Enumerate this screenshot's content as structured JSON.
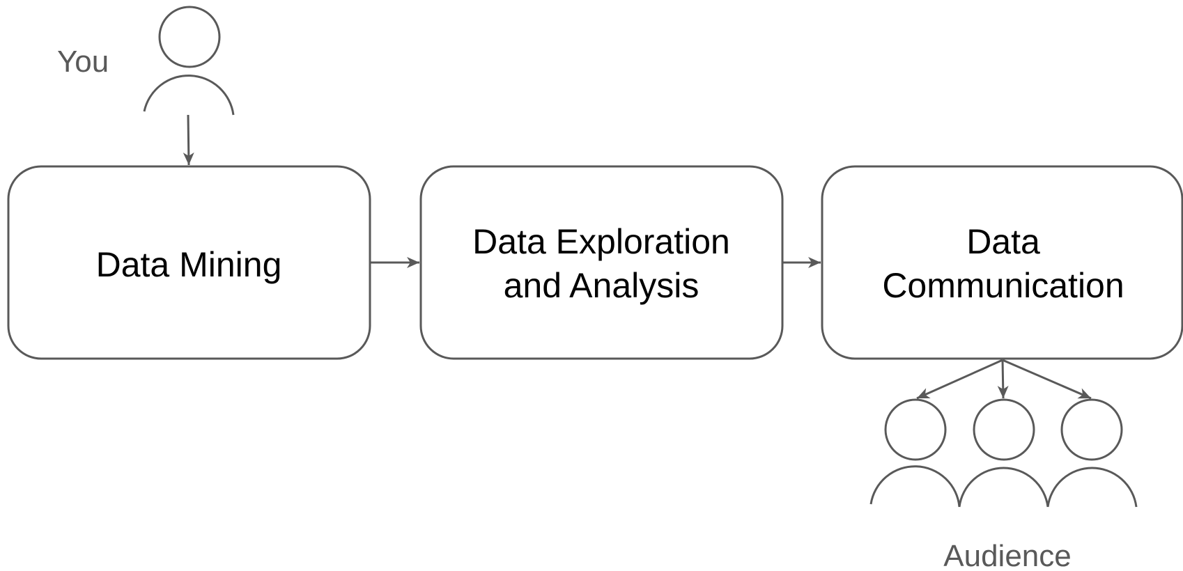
{
  "diagram": {
    "you_label": "You",
    "audience_label": "Audience",
    "boxes": [
      {
        "lines": [
          "Data Mining"
        ]
      },
      {
        "lines": [
          "Data Exploration",
          "and Analysis"
        ]
      },
      {
        "lines": [
          "Data",
          "Communication"
        ]
      }
    ]
  },
  "colors": {
    "stroke": "#595959",
    "text": "#000000",
    "label": "#595959",
    "background": "#ffffff"
  },
  "icons": [
    "person-icon"
  ]
}
